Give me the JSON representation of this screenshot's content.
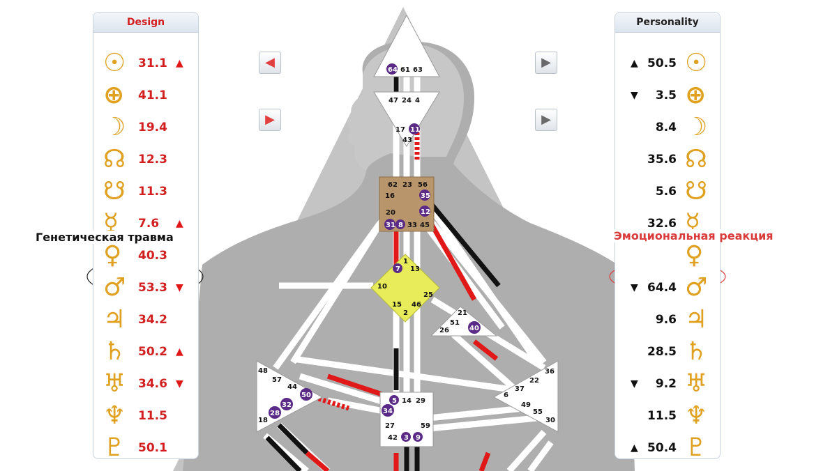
{
  "design": {
    "title": "Design",
    "rows": [
      {
        "planet": "sun",
        "glyph": "☉",
        "value": "31.1",
        "arrow": "▲"
      },
      {
        "planet": "earth",
        "glyph": "⊕",
        "value": "41.1",
        "arrow": ""
      },
      {
        "planet": "moon",
        "glyph": "☽",
        "value": "19.4",
        "arrow": ""
      },
      {
        "planet": "north-node",
        "glyph": "☊",
        "value": "12.3",
        "arrow": ""
      },
      {
        "planet": "south-node",
        "glyph": "☋",
        "value": "11.3",
        "arrow": ""
      },
      {
        "planet": "mercury",
        "glyph": "☿",
        "value": "7.6",
        "arrow": "▲"
      },
      {
        "planet": "venus",
        "glyph": "♀",
        "value": "40.3",
        "arrow": ""
      },
      {
        "planet": "mars",
        "glyph": "♂",
        "value": "53.3",
        "arrow": "▼"
      },
      {
        "planet": "jupiter",
        "glyph": "♃",
        "value": "34.2",
        "arrow": ""
      },
      {
        "planet": "saturn",
        "glyph": "♄",
        "value": "50.2",
        "arrow": "▲"
      },
      {
        "planet": "uranus",
        "glyph": "♅",
        "value": "34.6",
        "arrow": "▼"
      },
      {
        "planet": "neptune",
        "glyph": "♆",
        "value": "11.5",
        "arrow": ""
      },
      {
        "planet": "pluto",
        "glyph": "♇",
        "value": "50.1",
        "arrow": ""
      }
    ]
  },
  "personality": {
    "title": "Personality",
    "rows": [
      {
        "planet": "sun",
        "glyph": "☉",
        "value": "50.5",
        "arrow": "▲"
      },
      {
        "planet": "earth",
        "glyph": "⊕",
        "value": "3.5",
        "arrow": "▼"
      },
      {
        "planet": "moon",
        "glyph": "☽",
        "value": "8.4",
        "arrow": ""
      },
      {
        "planet": "north-node",
        "glyph": "☊",
        "value": "35.6",
        "arrow": ""
      },
      {
        "planet": "south-node",
        "glyph": "☋",
        "value": "5.6",
        "arrow": ""
      },
      {
        "planet": "mercury",
        "glyph": "☿",
        "value": "32.6",
        "arrow": ""
      },
      {
        "planet": "venus",
        "glyph": "♀",
        "value": "",
        "arrow": ""
      },
      {
        "planet": "mars",
        "glyph": "♂",
        "value": "64.4",
        "arrow": "▼"
      },
      {
        "planet": "jupiter",
        "glyph": "♃",
        "value": "9.6",
        "arrow": ""
      },
      {
        "planet": "saturn",
        "glyph": "♄",
        "value": "28.5",
        "arrow": ""
      },
      {
        "planet": "uranus",
        "glyph": "♅",
        "value": "9.2",
        "arrow": "▼"
      },
      {
        "planet": "neptune",
        "glyph": "♆",
        "value": "11.5",
        "arrow": ""
      },
      {
        "planet": "pluto",
        "glyph": "♇",
        "value": "50.4",
        "arrow": "▲"
      }
    ]
  },
  "annotations": {
    "left": "Генетическая травма",
    "right": "Эмоциональная реакция"
  },
  "colors": {
    "design_red": "#d21f1f",
    "glyph_gold": "#e0a020",
    "center_gold": "#b8956a",
    "g_center_yellow": "#e8ec5a",
    "activated_gate_purple": "#5a2a86",
    "channel_red": "#e01818",
    "channel_black": "#111111",
    "annotation_red": "#d93b3b"
  },
  "nav_icons": [
    "arrow-left-red-icon",
    "arrow-right-red-icon",
    "arrow-right-gray-icon",
    "arrow-right-gray-icon"
  ],
  "bodygraph": {
    "head": {
      "gates": [
        "64",
        "61",
        "63"
      ],
      "activated": [
        "64"
      ]
    },
    "ajna": {
      "gates": [
        "47",
        "24",
        "4",
        "17",
        "11",
        "43"
      ],
      "activated": [
        "11"
      ]
    },
    "throat": {
      "gates": [
        "62",
        "23",
        "56",
        "16",
        "35",
        "20",
        "12",
        "31",
        "8",
        "33",
        "45"
      ],
      "activated": [
        "35",
        "12",
        "31",
        "8"
      ]
    },
    "g": {
      "gates": [
        "1",
        "7",
        "13",
        "10",
        "25",
        "15",
        "46",
        "2"
      ],
      "activated": [
        "7"
      ]
    },
    "heart": {
      "gates": [
        "21",
        "51",
        "26",
        "40"
      ],
      "activated": [
        "40"
      ]
    },
    "spleen": {
      "gates": [
        "48",
        "57",
        "44",
        "50",
        "32",
        "28",
        "18"
      ],
      "activated": [
        "50",
        "32",
        "28"
      ]
    },
    "sacral": {
      "gates": [
        "5",
        "14",
        "29",
        "34",
        "27",
        "59",
        "42",
        "3",
        "9"
      ],
      "activated": [
        "5",
        "34",
        "3",
        "9"
      ]
    },
    "solar_plexus": {
      "gates": [
        "36",
        "22",
        "6",
        "37",
        "49",
        "55",
        "30"
      ],
      "activated": []
    }
  }
}
